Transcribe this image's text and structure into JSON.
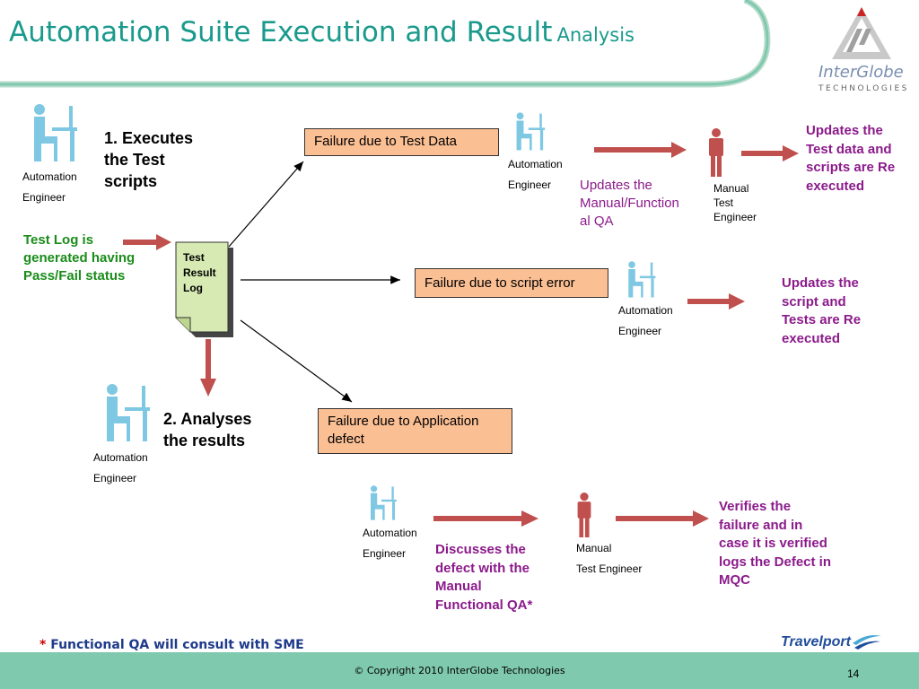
{
  "title": {
    "main": "Automation Suite Execution and Result",
    "sub": "Analysis"
  },
  "logo": {
    "name": "InterGlobe",
    "tagline": "TECHNOLOGIES"
  },
  "colors": {
    "teal": "#1a9a8c",
    "arrow": "#c0504d",
    "box_fill": "#fbbf94",
    "log_fill": "#d7eab3",
    "footer": "#7fc9ae",
    "person_blue": "#7ec8e3",
    "person_red": "#c0504d"
  },
  "roles": {
    "ae_line1": "Automation",
    "ae_line2": "Engineer",
    "mte_line1": "Manual",
    "mte_line2": "Test",
    "mte_line3": "Engineer",
    "mte_inline": "Test Engineer"
  },
  "steps": {
    "executes": [
      "1. Executes",
      "the Test",
      "scripts"
    ],
    "analyses": [
      "2. Analyses",
      "the results"
    ]
  },
  "test_log_note": [
    "Test Log is",
    "generated having",
    "Pass/Fail status"
  ],
  "test_log_doc": [
    "Test",
    "Result",
    "Log"
  ],
  "failures": {
    "data": "Failure due to Test Data",
    "script": "Failure due to script error",
    "app": [
      "Failure due to Application",
      "defect"
    ]
  },
  "notes": {
    "updates_manual": [
      "Updates  the",
      "Manual/Function",
      "al QA"
    ],
    "updates_test_data": [
      "Updates the",
      "Test data and",
      "scripts are Re",
      "executed"
    ],
    "updates_script": [
      "Updates the",
      "script and",
      "Tests are Re",
      "executed"
    ],
    "discusses": [
      "Discusses the",
      "defect with the",
      "Manual",
      "Functional QA*"
    ],
    "verifies": [
      "Verifies the",
      "failure and in",
      "case it is verified",
      "logs the Defect in",
      "MQC"
    ]
  },
  "footnote": {
    "star": "*",
    "text": " Functional QA will consult with SME"
  },
  "brand": "Travelport",
  "copyright": "© Copyright 2010 InterGlobe Technologies",
  "page_number": "14"
}
